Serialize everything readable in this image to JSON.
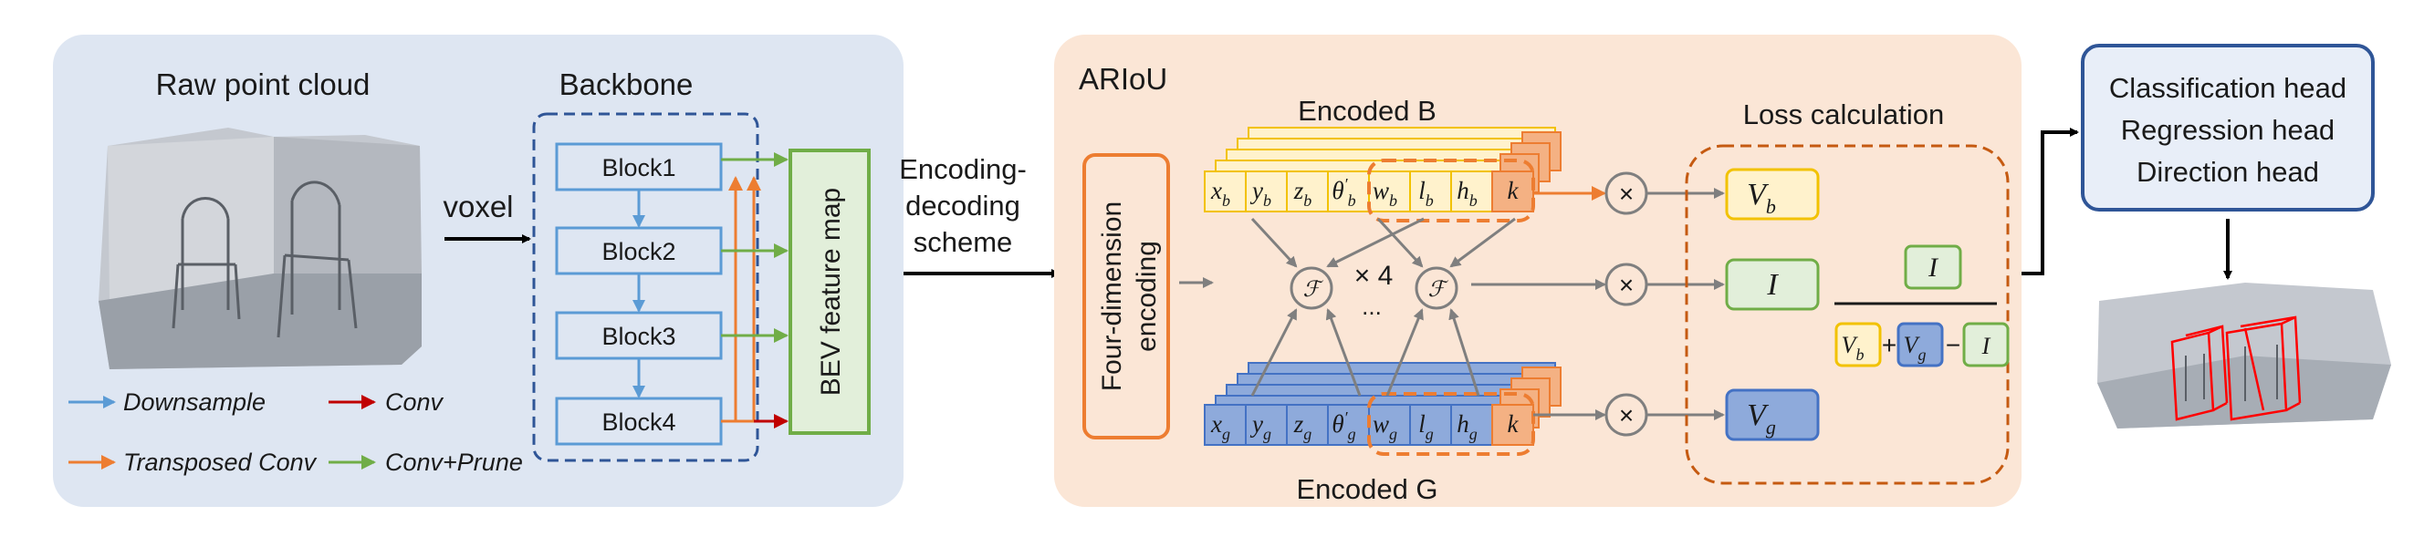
{
  "left_panel": {
    "raw_title": "Raw point cloud",
    "backbone_title": "Backbone",
    "voxel_label": "voxel",
    "blocks": [
      "Block1",
      "Block2",
      "Block3",
      "Block4"
    ],
    "bev_label": "BEV feature map",
    "legend": [
      {
        "label": "Downsample",
        "color": "#5b9bd5"
      },
      {
        "label": "Conv",
        "color": "#c00000"
      },
      {
        "label": "Transposed Conv",
        "color": "#ed7d31"
      },
      {
        "label": "Conv+Prune",
        "color": "#70ad47"
      }
    ]
  },
  "scheme_label": [
    "Encoding-",
    "decoding",
    "scheme"
  ],
  "ariou": {
    "title": "ARIoU",
    "four_dim_label": [
      "Four-dimension",
      "encoding"
    ],
    "encoded_b_label": "Encoded B",
    "encoded_g_label": "Encoded G",
    "times4_label": "× 4",
    "dots": "...",
    "f_symbol": "ℱ",
    "otimes": "×",
    "b_cells": [
      {
        "base": "x",
        "sub": "b",
        "sup": ""
      },
      {
        "base": "y",
        "sub": "b",
        "sup": ""
      },
      {
        "base": "z",
        "sub": "b",
        "sup": ""
      },
      {
        "base": "θ",
        "sub": "b",
        "sup": "′"
      },
      {
        "base": "w",
        "sub": "b",
        "sup": ""
      },
      {
        "base": "l",
        "sub": "b",
        "sup": ""
      },
      {
        "base": "h",
        "sub": "b",
        "sup": ""
      },
      {
        "base": "k",
        "sub": "",
        "sup": ""
      }
    ],
    "g_cells": [
      {
        "base": "x",
        "sub": "g",
        "sup": ""
      },
      {
        "base": "y",
        "sub": "g",
        "sup": ""
      },
      {
        "base": "z",
        "sub": "g",
        "sup": ""
      },
      {
        "base": "θ",
        "sub": "g",
        "sup": "′"
      },
      {
        "base": "w",
        "sub": "g",
        "sup": ""
      },
      {
        "base": "l",
        "sub": "g",
        "sup": ""
      },
      {
        "base": "h",
        "sub": "g",
        "sup": ""
      },
      {
        "base": "k",
        "sub": "",
        "sup": ""
      }
    ],
    "loss_title": "Loss calculation",
    "vb": {
      "base": "V",
      "sub": "b"
    },
    "i_label": "I",
    "vg": {
      "base": "V",
      "sub": "g"
    },
    "plus": "+",
    "minus": "−"
  },
  "heads": [
    "Classification head",
    "Regression head",
    "Direction head"
  ],
  "colors": {
    "left_bg": "#dee6f2",
    "right_bg": "#fbe6d6",
    "yellow_fill": "#fff2cc",
    "yellow_stroke": "#f2c200",
    "blue_fill": "#8eaadb",
    "blue_stroke": "#4472c4",
    "orange": "#ed7d31",
    "orange_fill": "#f4b183",
    "green": "#70ad47",
    "green_fill": "#e2efda",
    "dark_orange": "#c55a11",
    "head_blue": "#2f5597",
    "head_fill": "#e8eef8"
  }
}
